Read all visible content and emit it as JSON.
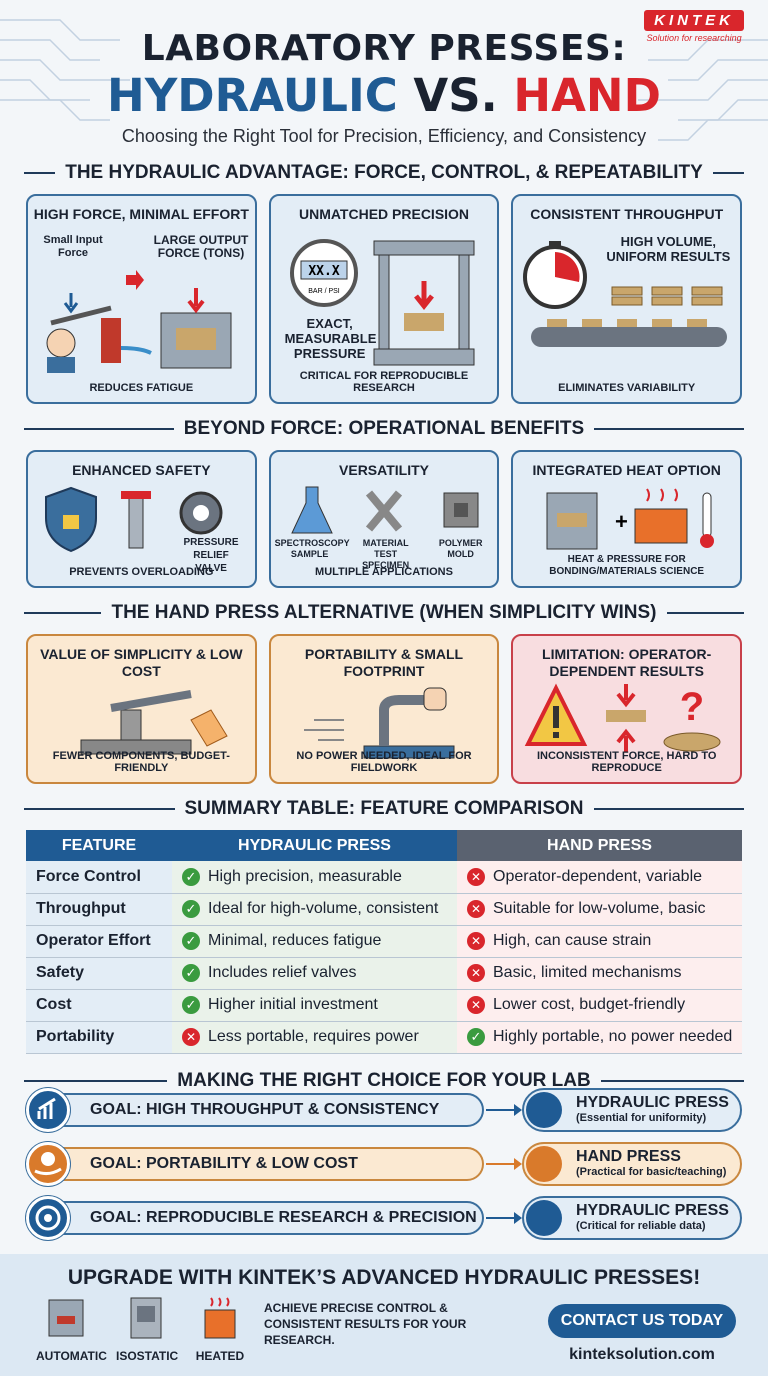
{
  "brand": {
    "logo": "KINTEK",
    "tagline": "Solution for researching"
  },
  "title": {
    "line1": "LABORATORY PRESSES:",
    "hydraulic": "HYDRAULIC",
    "vs": "VS.",
    "hand": "HAND",
    "subtitle": "Choosing the Right Tool for Precision, Efficiency, and Consistency"
  },
  "sec1": {
    "title": "THE HYDRAULIC ADVANTAGE: FORCE, CONTROL, & REPEATABILITY",
    "c1": {
      "title": "HIGH FORCE, MINIMAL EFFORT",
      "input": "Small Input Force",
      "output": "LARGE OUTPUT FORCE (TONS)",
      "caption": "REDUCES FATIGUE"
    },
    "c2": {
      "title": "UNMATCHED PRECISION",
      "gauge": "XX.X",
      "unit": "BAR / PSI",
      "label": "EXACT, MEASURABLE PRESSURE",
      "caption": "CRITICAL FOR REPRODUCIBLE RESEARCH"
    },
    "c3": {
      "title": "CONSISTENT THROUGHPUT",
      "label": "HIGH VOLUME, UNIFORM RESULTS",
      "caption": "ELIMINATES VARIABILITY"
    }
  },
  "sec2": {
    "title": "BEYOND FORCE: OPERATIONAL BENEFITS",
    "c1": {
      "title": "ENHANCED SAFETY",
      "valve": "PRESSURE RELIEF VALVE",
      "caption": "PREVENTS OVERLOADING"
    },
    "c2": {
      "title": "VERSATILITY",
      "a": "SPECTROSCOPY SAMPLE",
      "b": "MATERIAL TEST SPECIMEN",
      "c": "POLYMER MOLD",
      "caption": "MULTIPLE APPLICATIONS"
    },
    "c3": {
      "title": "INTEGRATED HEAT OPTION",
      "caption": "HEAT & PRESSURE FOR BONDING/MATERIALS SCIENCE"
    }
  },
  "sec3": {
    "title": "THE HAND PRESS ALTERNATIVE (WHEN SIMPLICITY WINS)",
    "c1": {
      "title": "VALUE OF SIMPLICITY & LOW COST",
      "caption": "FEWER COMPONENTS, BUDGET-FRIENDLY"
    },
    "c2": {
      "title": "PORTABILITY & SMALL FOOTPRINT",
      "caption": "NO POWER NEEDED, IDEAL FOR FIELDWORK"
    },
    "c3": {
      "title": "LIMITATION: OPERATOR-DEPENDENT RESULTS",
      "caption": "INCONSISTENT FORCE, HARD TO REPRODUCE"
    }
  },
  "sec4": {
    "title": "SUMMARY TABLE: FEATURE COMPARISON",
    "headers": [
      "FEATURE",
      "HYDRAULIC PRESS",
      "HAND PRESS"
    ],
    "rows": [
      {
        "f": "Force Control",
        "h": "High precision, measurable",
        "hok": true,
        "p": "Operator-dependent, variable",
        "pok": false
      },
      {
        "f": "Throughput",
        "h": "Ideal for high-volume, consistent",
        "hok": true,
        "p": "Suitable for low-volume, basic",
        "pok": false
      },
      {
        "f": "Operator Effort",
        "h": "Minimal, reduces fatigue",
        "hok": true,
        "p": "High, can cause strain",
        "pok": false
      },
      {
        "f": "Safety",
        "h": "Includes relief valves",
        "hok": true,
        "p": "Basic, limited mechanisms",
        "pok": false
      },
      {
        "f": "Cost",
        "h": "Higher initial investment",
        "hok": true,
        "p": "Lower cost, budget-friendly",
        "pok": false
      },
      {
        "f": "Portability",
        "h": "Less portable, requires power",
        "hok": false,
        "p": "Highly portable, no power needed",
        "pok": true
      }
    ]
  },
  "sec5": {
    "title": "MAKING THE RIGHT CHOICE FOR YOUR LAB",
    "g1": {
      "goal": "GOAL: HIGH THROUGHPUT & CONSISTENCY",
      "res": "HYDRAULIC PRESS",
      "note": "(Essential for uniformity)"
    },
    "g2": {
      "goal": "GOAL: PORTABILITY & LOW COST",
      "res": "HAND PRESS",
      "note": "(Practical for basic/teaching)"
    },
    "g3": {
      "goal": "GOAL: REPRODUCIBLE RESEARCH & PRECISION",
      "res": "HYDRAULIC PRESS",
      "note": "(Critical for reliable data)"
    }
  },
  "footer": {
    "title": "UPGRADE WITH KINTEK’S ADVANCED HYDRAULIC PRESSES!",
    "i1": "AUTOMATIC",
    "i2": "ISOSTATIC",
    "i3": "HEATED",
    "text": "ACHIEVE PRECISE CONTROL & CONSISTENT RESULTS FOR YOUR RESEARCH.",
    "cta": "CONTACT US TODAY",
    "site": "kinteksolution.com"
  }
}
